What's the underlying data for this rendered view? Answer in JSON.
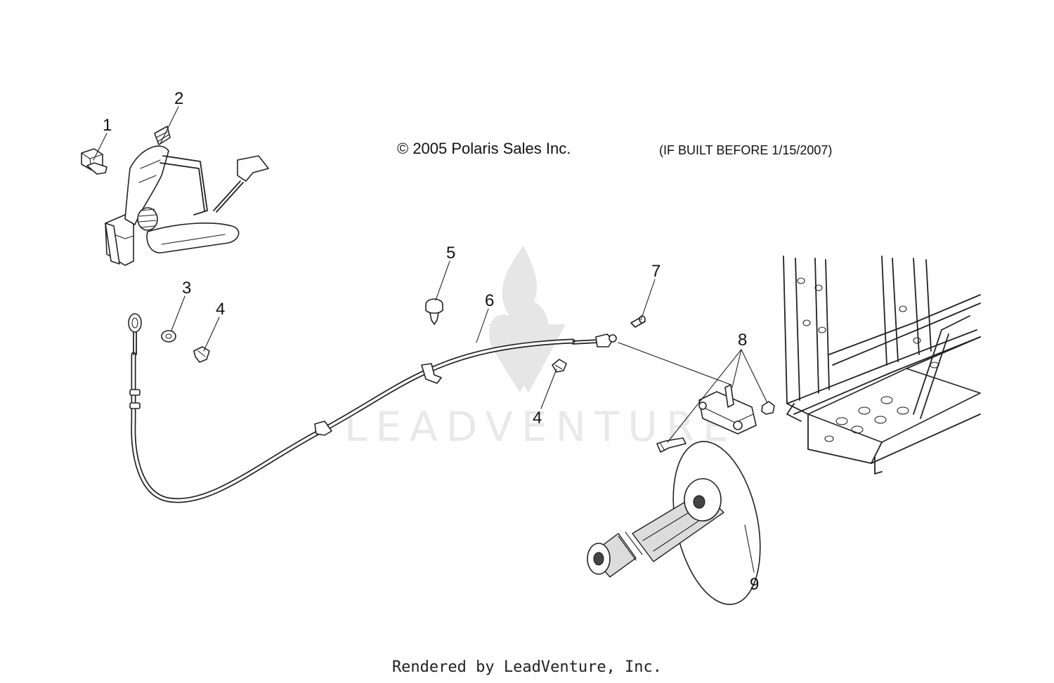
{
  "header": {
    "copyright": "© 2005 Polaris Sales Inc.",
    "build_note": "(IF BUILT BEFORE 1/15/2007)"
  },
  "watermark": {
    "text": "LEADVENTURE"
  },
  "footer": {
    "rendered_by": "Rendered by LeadVenture, Inc."
  },
  "callouts": [
    {
      "id": "c1",
      "label": "1"
    },
    {
      "id": "c2",
      "label": "2"
    },
    {
      "id": "c3",
      "label": "3"
    },
    {
      "id": "c4a",
      "label": "4"
    },
    {
      "id": "c5",
      "label": "5"
    },
    {
      "id": "c6",
      "label": "6"
    },
    {
      "id": "c7",
      "label": "7"
    },
    {
      "id": "c4b",
      "label": "4"
    },
    {
      "id": "c8",
      "label": "8"
    },
    {
      "id": "c9",
      "label": "9"
    }
  ]
}
